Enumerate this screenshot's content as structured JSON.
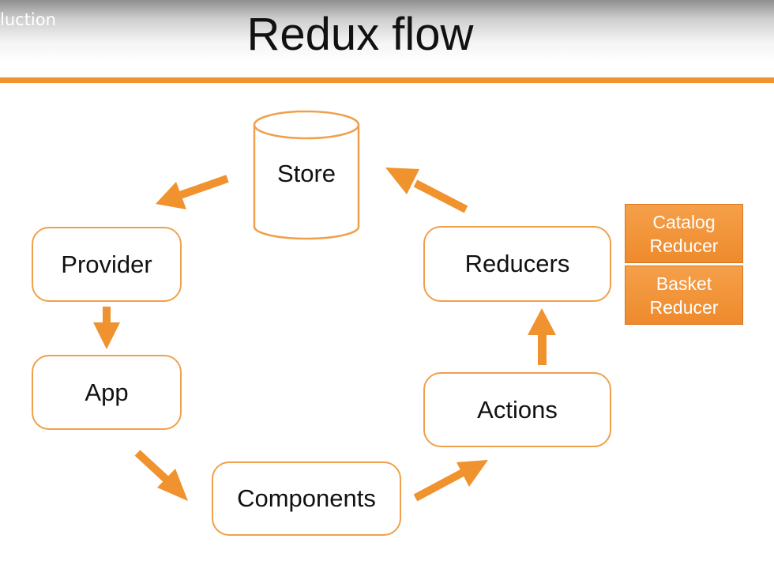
{
  "header": {
    "section_label": "luction",
    "title": "Redux flow"
  },
  "diagram": {
    "store": "Store",
    "nodes": {
      "provider": "Provider",
      "app": "App",
      "components": "Components",
      "actions": "Actions",
      "reducers": "Reducers"
    },
    "reducer_tags": {
      "catalog_line1": "Catalog",
      "catalog_line2": "Reducer",
      "basket_line1": "Basket",
      "basket_line2": "Reducer"
    }
  },
  "colors": {
    "accent": "#f0922e",
    "node_border": "#f0a04b",
    "tag_fill": "#ee8a2c",
    "text": "#111111"
  }
}
